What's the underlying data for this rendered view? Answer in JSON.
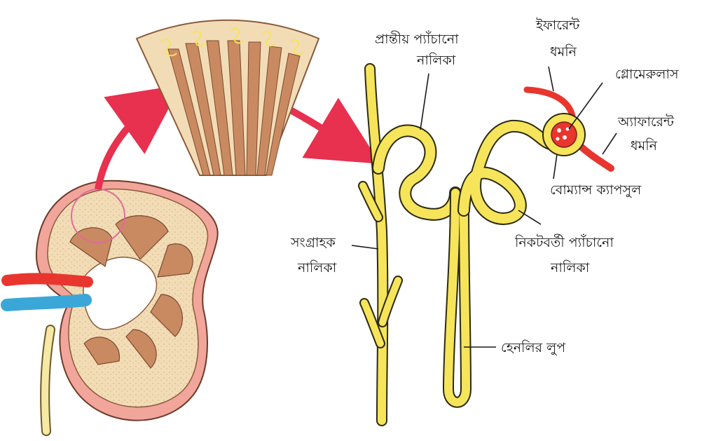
{
  "labels": {
    "distal_tubule": [
      "প্রান্তীয় প্যাঁচানো",
      "নালিকা"
    ],
    "efferent_artery": [
      "ইফারেন্ট",
      "ধমনি"
    ],
    "glomerulus": [
      "গ্লোমেরুলাস"
    ],
    "afferent_artery": [
      "অ্যাফারেন্ট",
      "ধমনি"
    ],
    "bowmans_capsule": [
      "বোম্যান্স ক্যাপসুল"
    ],
    "proximal_tubule": [
      "নিকটবর্তী প্যাঁচানো",
      "নালিকা"
    ],
    "collecting_duct": [
      "সংগ্রাহক",
      "নালিকা"
    ],
    "loop_of_henle": [
      "হেনলির লুপ"
    ]
  },
  "colors": {
    "tubule": "#f6e45a",
    "tubule_outline": "#2b2a10",
    "artery": "#e8362f",
    "vein": "#3aa7d8",
    "cortex": "#f2dcb6",
    "medulla": "#c98a62",
    "kidney_outer": "#f2a59a",
    "arrow": "#e8304f"
  }
}
